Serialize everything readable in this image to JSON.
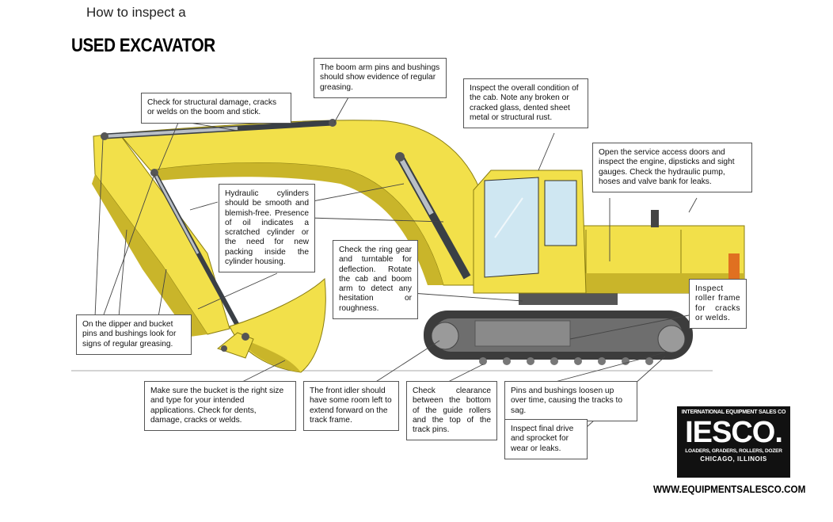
{
  "header": {
    "pretitle": "How to inspect a",
    "title": "USED EXCAVATOR"
  },
  "callouts": {
    "boom_pins": "The boom arm pins and bushings should show evidence of regular greasing.",
    "structural": "Check for structural damage, cracks or welds on the boom and stick.",
    "cab": "Inspect the overall condition of the cab. Note any broken or cracked glass, dented sheet metal or structural rust.",
    "service": "Open the service access doors and inspect the engine, dipsticks and sight gauges. Check the hydraulic pump, hoses and valve bank for leaks.",
    "hydraulic": "Hydraulic cylinders should be smooth and blemish-free. Presence of oil indicates a scratched cylinder or the need for new packing inside the cylinder housing.",
    "ring_gear": "Check the ring gear and turntable for deflection. Rotate the cab and boom arm to detect any hesitation or roughness.",
    "roller_frame": "Inspect roller frame for cracks or welds.",
    "dipper": "On the dipper and bucket pins and bushings look for signs of regular greasing.",
    "bucket": "Make sure the bucket is the right size and type for your intended applications. Check for dents, damage, cracks or welds.",
    "idler": "The front idler should have some room left to extend forward on the track frame.",
    "clearance": "Check clearance between the bottom of the guide rollers and the top of the track pins.",
    "track_pins": "Pins and bushings loosen up over time, causing the tracks to sag.",
    "final_drive": "Inspect final drive and sprocket for wear or leaks."
  },
  "logo": {
    "company": "INTERNATIONAL EQUIPMENT SALES CO",
    "mark": "IESCO.",
    "products": "LOADERS, GRADERS, ROLLERS, DOZER",
    "city": "CHICAGO, ILLINOIS"
  },
  "website": "WWW.EQUIPMENTSALESCO.COM",
  "colors": {
    "machine_yellow": "#f2e04a",
    "machine_shadow": "#c9b52a",
    "track_gray": "#6e6e6e",
    "cylinder_gray": "#b9bfc6"
  }
}
